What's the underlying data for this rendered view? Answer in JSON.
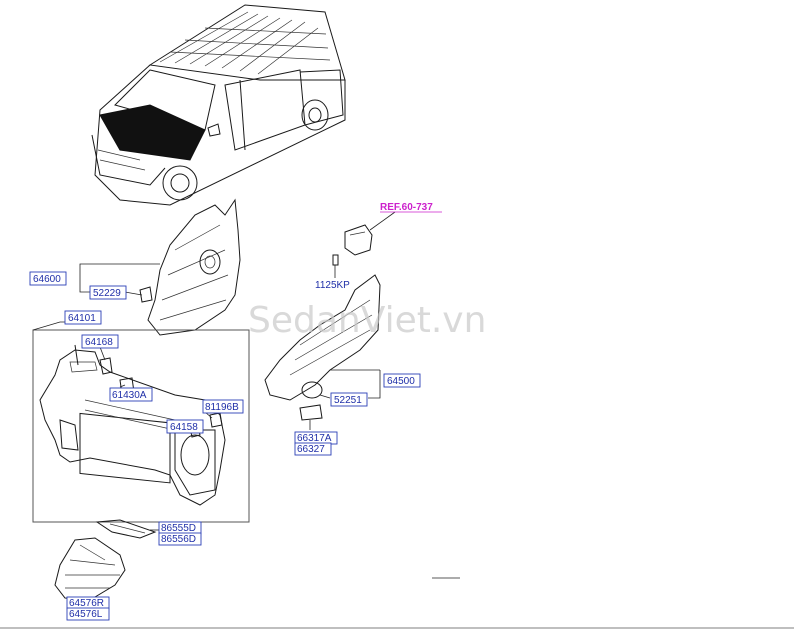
{
  "watermark": "SedanViet.vn",
  "reference": "REF.60-737",
  "part_labels": {
    "p64600": "64600",
    "p52229": "52229",
    "p64101": "64101",
    "p64168": "64168",
    "p61430A": "61430A",
    "p81196B": "81196B",
    "p64158": "64158",
    "p86555D": "86555D",
    "p86556D": "86556D",
    "p64576R": "64576R",
    "p64576L": "64576L",
    "p1125KP": "1125KP",
    "p64500": "64500",
    "p52251": "52251",
    "p66317A": "66317A",
    "p66327": "66327"
  },
  "colors": {
    "label": "#1f2fa8",
    "reference": "#cc22cc",
    "hood_fill": "#111111"
  }
}
